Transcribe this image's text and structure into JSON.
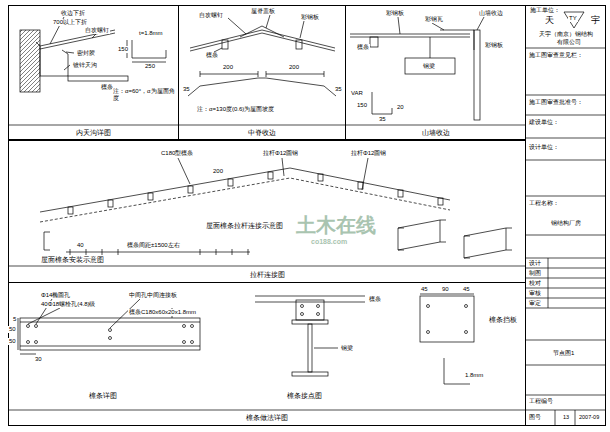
{
  "diagram": {
    "nodes": [
      {
        "text": [
          "内天沟详图"
        ]
      },
      {
        "text": [
          "中脊收边"
        ]
      },
      {
        "text": [
          "山墙收边"
        ]
      },
      {
        "text": [
          "拉杆连接图"
        ]
      },
      {
        "text": [
          "檩条做法详图"
        ]
      },
      {
        "text": [
          "施工单位："
        ]
      }
    ],
    "labels": [
      "收边下折",
      "700以上下折",
      "自攻螺钉",
      "密封胶",
      "镀锌天沟",
      "檩条",
      "t=1.8mm",
      "150",
      "250",
      "注：α=60°，α为屋面角度",
      "自攻螺钉",
      "屋脊盖板",
      "彩钢板",
      "檩条",
      "200",
      "200",
      "35",
      "35",
      "注：α=130度(0.6)为屋面坡度",
      "彩钢板",
      "彩钢瓦",
      "山墙收边",
      "彩钢板",
      "檩条",
      "钢梁",
      "VAR",
      "20",
      "150",
      "35",
      "C180型檩条",
      "200",
      "拉杆Φ12圆钢",
      "拉杆Φ12圆钢",
      "屋面檩条拉杆连接示意图",
      "40",
      "檩条间距±1500左右",
      "屋面檩条安装示意图",
      "Φ14椭圆孔",
      "40Φ18螺栓孔(4.8)级",
      "中间孔中间连接板",
      "檩条C180x60x20x1.8mm",
      "5",
      "50",
      "50",
      "30",
      "檩条详图",
      "檩条",
      "钢梁",
      "檩条接点图",
      "45",
      "90",
      "45",
      "檩条挡板",
      "1.8mm",
      "土木在线",
      "co188.com",
      "天",
      "宇",
      "TY",
      "天宇（南京）钢结构",
      "有限公司",
      "施工图审查意见栏：",
      "施工图审查批准号：",
      "建设单位：",
      "设计单位：",
      "工程名称：",
      "钢结构厂房",
      "设计",
      "制图",
      "校对",
      "审核",
      "审定",
      "节点图1",
      "工程编号",
      "图号",
      "13",
      "2007-09"
    ]
  }
}
